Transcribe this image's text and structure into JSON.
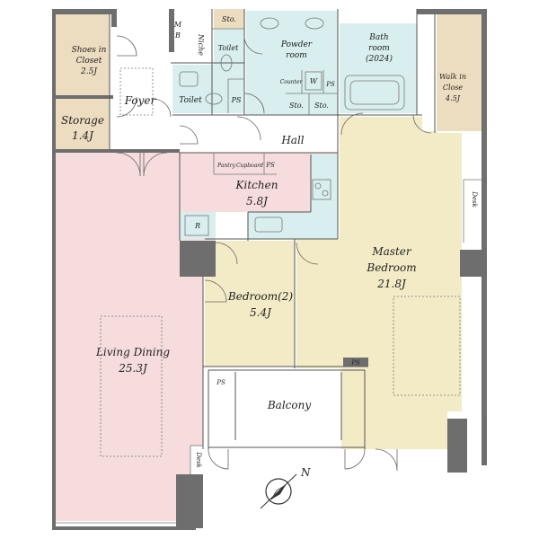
{
  "colors": {
    "living": "#f6dcdc",
    "bedroom": "#f3ebc6",
    "closet": "#ecdcc0",
    "wet": "#d9eeee",
    "kitchen": "#f6dcdc",
    "wall": "#6e6e6e"
  },
  "rooms": {
    "shoes_closet_line1": "Shoes in",
    "shoes_closet_line2": "Closet",
    "shoes_closet_size": "2.5J",
    "mb": "M\nB",
    "sto_top": "Sto.",
    "niche": "Niche",
    "toilet_small": "Toilet",
    "powder_line1": "Powder",
    "powder_line2": "room",
    "bath_line1": "Bath",
    "bath_line2": "room",
    "bath_size": "(2024)",
    "foyer": "Foyer",
    "toilet": "Toilet",
    "ps_toilet": "PS",
    "counter": "Counter",
    "w": "W",
    "ps_bath": "PS",
    "sto_1": "Sto.",
    "sto_2": "Sto.",
    "walk_in_line1": "Walk in",
    "walk_in_line2": "Close",
    "walk_in_size": "4.5J",
    "storage": "Storage",
    "storage_size": "1.4J",
    "hall": "Hall",
    "pantry": "Pantry",
    "cupboard": "Cupboard",
    "ps_kitchen": "PS",
    "kitchen": "Kitchen",
    "kitchen_size": "5.8J",
    "desk_right": "Desk",
    "r": "R",
    "master_line1": "Master",
    "master_line2": "Bedroom",
    "master_size": "21.8J",
    "bedroom2": "Bedroom(2)",
    "bedroom2_size": "5.4J",
    "living": "Living Dining",
    "living_size": "25.3J",
    "ps_balcony_left": "PS",
    "ps_balcony_right": "PS",
    "balcony": "Balcony",
    "desk_left": "Desk",
    "north": "N"
  },
  "icons": [
    "compass-icon",
    "sink-icon",
    "toilet-icon",
    "bathtub-icon",
    "stove-icon"
  ]
}
